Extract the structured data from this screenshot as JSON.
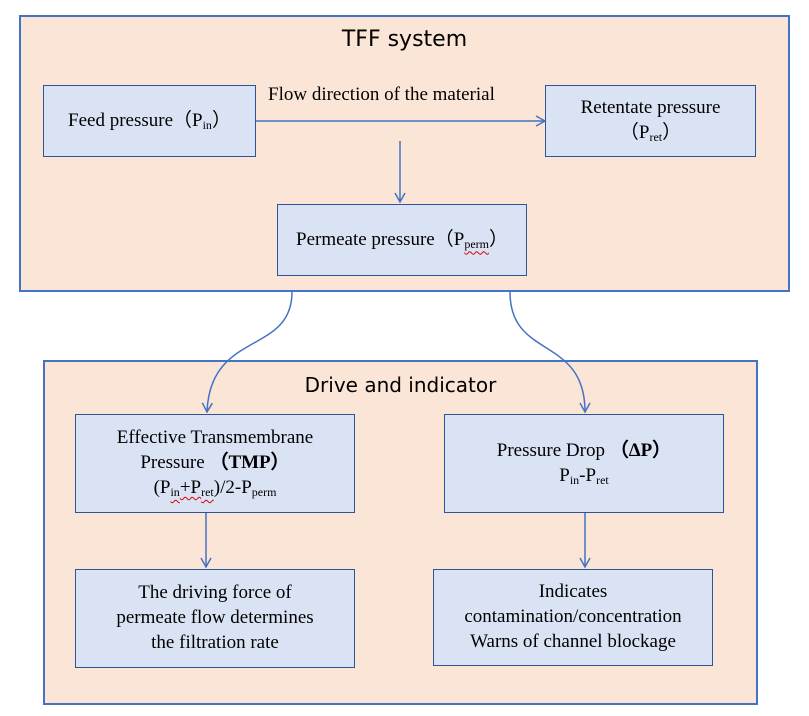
{
  "system": {
    "title": "TFF system",
    "flow_label": "Flow direction of the material",
    "feed": {
      "label": "Feed pressure（P",
      "sub": "in",
      "close": "）"
    },
    "retentate": {
      "line1": "Retentate pressure",
      "open": "（P",
      "sub": "ret",
      "close": "）"
    },
    "permeate": {
      "label": "Permeate pressure（P",
      "sub": "perm",
      "close": "）"
    }
  },
  "indicator": {
    "title": "Drive and indicator",
    "tmp": {
      "line1": "Effective Transmembrane",
      "line2_text": "Pressure",
      "line2_bold": "（TMP）",
      "formula_open": "(P",
      "formula_sub1": "in",
      "formula_plus": "+P",
      "formula_sub2": "ret",
      "formula_mid": ")/2-P",
      "formula_sub3": "perm"
    },
    "dp": {
      "line1_text": "Pressure Drop",
      "line1_bold": "（ΔP）",
      "formula_p1": "P",
      "formula_sub1": "in",
      "formula_p2": "-P",
      "formula_sub2": "ret"
    },
    "tmp_result": {
      "line1": "The driving force of",
      "line2": "permeate flow determines",
      "line3": "the filtration rate"
    },
    "dp_result": {
      "line1": "Indicates",
      "line2": "contamination/concentration",
      "line3": "Warns of channel blockage"
    }
  },
  "colors": {
    "section_fill": "#fbe5d6",
    "section_border": "#4472c4",
    "node_fill": "#dae3f3",
    "node_border": "#2f5597",
    "arrow": "#4472c4",
    "spellcheck": "#e00000"
  }
}
